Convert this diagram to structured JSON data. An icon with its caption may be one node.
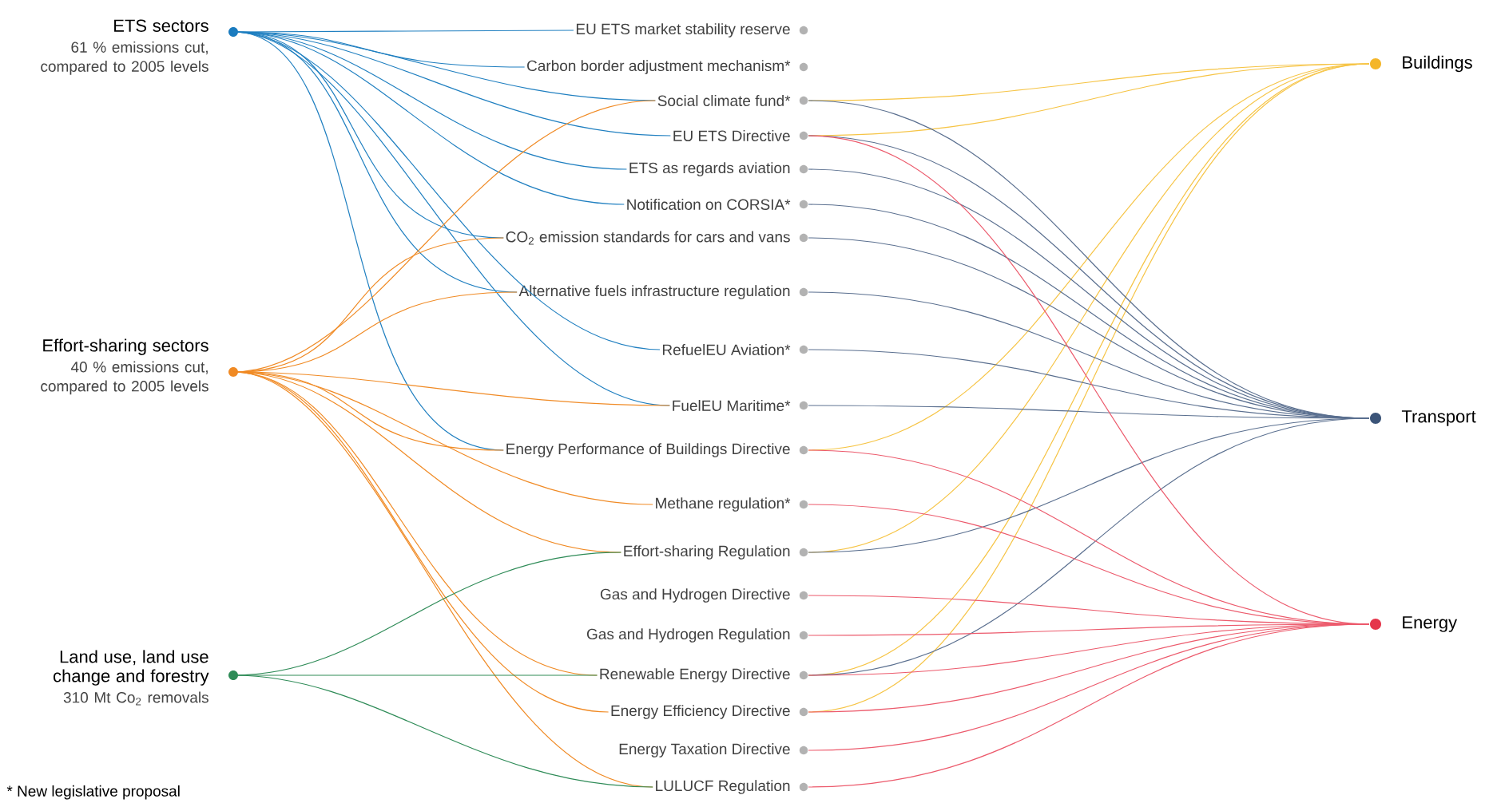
{
  "diagram": {
    "nodes": [
      {
        "text": [
          "ETS sectors",
          "61 % emissions cut, compared to 2005 levels"
        ]
      },
      {
        "text": [
          "Effort-sharing sectors",
          "40 % emissions cut, compared to 2005 levels"
        ]
      },
      {
        "text": [
          "Land use, land use change and forestry",
          "310 Mt Co$_{2}$ removals"
        ]
      },
      {
        "text": [
          "EU ETS market stability reserve"
        ]
      },
      {
        "text": [
          "Carbon border adjustment mechanism*"
        ]
      },
      {
        "text": [
          "Social climate fund*"
        ]
      },
      {
        "text": [
          "EU ETS Directive"
        ]
      },
      {
        "text": [
          "ETS as regards aviation"
        ]
      },
      {
        "text": [
          "Notification on CORSIA*"
        ]
      },
      {
        "text": [
          "CO$_{2}$ emission standards for cars and vans"
        ]
      },
      {
        "text": [
          "Alternative fuels infrastructure regulation"
        ]
      },
      {
        "text": [
          "RefuelEU Aviation*"
        ]
      },
      {
        "text": [
          "FuelEU Maritime*"
        ]
      },
      {
        "text": [
          "Energy Performance of Buildings Directive"
        ]
      },
      {
        "text": [
          "Methane regulation*"
        ]
      },
      {
        "text": [
          "Effort-sharing Regulation"
        ]
      },
      {
        "text": [
          "Gas and Hydrogen Directive"
        ]
      },
      {
        "text": [
          "Gas and Hydrogen Regulation"
        ]
      },
      {
        "text": [
          "Renewable Energy Directive"
        ]
      },
      {
        "text": [
          "Energy Efficiency Directive"
        ]
      },
      {
        "text": [
          "Energy Taxation Directive"
        ]
      },
      {
        "text": [
          "LULUCF Regulation"
        ]
      },
      {
        "text": [
          "Buildings"
        ]
      },
      {
        "text": [
          "Transport"
        ]
      },
      {
        "text": [
          "Energy"
        ]
      }
    ],
    "edges": [
      {
        "from": 0,
        "to": 3,
        "arrow": "none",
        "color": "#1f7fc0"
      },
      {
        "from": 0,
        "to": 4,
        "arrow": "none",
        "color": "#1f7fc0"
      },
      {
        "from": 0,
        "to": 5,
        "arrow": "none",
        "color": "#1f7fc0"
      },
      {
        "from": 0,
        "to": 6,
        "arrow": "none",
        "color": "#1f7fc0"
      },
      {
        "from": 0,
        "to": 7,
        "arrow": "none",
        "color": "#1f7fc0"
      },
      {
        "from": 0,
        "to": 8,
        "arrow": "none",
        "color": "#1f7fc0"
      },
      {
        "from": 0,
        "to": 9,
        "arrow": "none",
        "color": "#1f7fc0"
      },
      {
        "from": 0,
        "to": 10,
        "arrow": "none",
        "color": "#1f7fc0"
      },
      {
        "from": 0,
        "to": 11,
        "arrow": "none",
        "color": "#1f7fc0"
      },
      {
        "from": 0,
        "to": 12,
        "arrow": "none",
        "color": "#1f7fc0"
      },
      {
        "from": 0,
        "to": 13,
        "arrow": "none",
        "color": "#1f7fc0"
      },
      {
        "from": 1,
        "to": 5,
        "arrow": "none",
        "color": "#f08a24"
      },
      {
        "from": 1,
        "to": 9,
        "arrow": "none",
        "color": "#f08a24"
      },
      {
        "from": 1,
        "to": 10,
        "arrow": "none",
        "color": "#f08a24"
      },
      {
        "from": 1,
        "to": 12,
        "arrow": "none",
        "color": "#f08a24"
      },
      {
        "from": 1,
        "to": 13,
        "arrow": "none",
        "color": "#f08a24"
      },
      {
        "from": 1,
        "to": 14,
        "arrow": "none",
        "color": "#f08a24"
      },
      {
        "from": 1,
        "to": 15,
        "arrow": "none",
        "color": "#f08a24"
      },
      {
        "from": 1,
        "to": 18,
        "arrow": "none",
        "color": "#f08a24"
      },
      {
        "from": 1,
        "to": 19,
        "arrow": "none",
        "color": "#f08a24"
      },
      {
        "from": 1,
        "to": 21,
        "arrow": "none",
        "color": "#f08a24"
      },
      {
        "from": 2,
        "to": 15,
        "arrow": "none",
        "color": "#2e8b57"
      },
      {
        "from": 2,
        "to": 18,
        "arrow": "none",
        "color": "#2e8b57"
      },
      {
        "from": 2,
        "to": 21,
        "arrow": "none",
        "color": "#2e8b57"
      },
      {
        "from": 5,
        "to": 22,
        "arrow": "none",
        "color": "#f6c445"
      },
      {
        "from": 6,
        "to": 22,
        "arrow": "none",
        "color": "#f6c445"
      },
      {
        "from": 13,
        "to": 22,
        "arrow": "none",
        "color": "#f6c445"
      },
      {
        "from": 15,
        "to": 22,
        "arrow": "none",
        "color": "#f6c445"
      },
      {
        "from": 18,
        "to": 22,
        "arrow": "none",
        "color": "#f6c445"
      },
      {
        "from": 19,
        "to": 22,
        "arrow": "none",
        "color": "#f6c445"
      },
      {
        "from": 5,
        "to": 23,
        "arrow": "none",
        "color": "#5a6f8f"
      },
      {
        "from": 6,
        "to": 23,
        "arrow": "none",
        "color": "#5a6f8f"
      },
      {
        "from": 7,
        "to": 23,
        "arrow": "none",
        "color": "#5a6f8f"
      },
      {
        "from": 8,
        "to": 23,
        "arrow": "none",
        "color": "#5a6f8f"
      },
      {
        "from": 9,
        "to": 23,
        "arrow": "none",
        "color": "#5a6f8f"
      },
      {
        "from": 10,
        "to": 23,
        "arrow": "none",
        "color": "#5a6f8f"
      },
      {
        "from": 11,
        "to": 23,
        "arrow": "none",
        "color": "#5a6f8f"
      },
      {
        "from": 12,
        "to": 23,
        "arrow": "none",
        "color": "#5a6f8f"
      },
      {
        "from": 15,
        "to": 23,
        "arrow": "none",
        "color": "#5a6f8f"
      },
      {
        "from": 18,
        "to": 23,
        "arrow": "none",
        "color": "#5a6f8f"
      },
      {
        "from": 6,
        "to": 24,
        "arrow": "none",
        "color": "#ec5a6c"
      },
      {
        "from": 13,
        "to": 24,
        "arrow": "none",
        "color": "#ec5a6c"
      },
      {
        "from": 14,
        "to": 24,
        "arrow": "none",
        "color": "#ec5a6c"
      },
      {
        "from": 16,
        "to": 24,
        "arrow": "none",
        "color": "#ec5a6c"
      },
      {
        "from": 17,
        "to": 24,
        "arrow": "none",
        "color": "#ec5a6c"
      },
      {
        "from": 18,
        "to": 24,
        "arrow": "none",
        "color": "#ec5a6c"
      },
      {
        "from": 19,
        "to": 24,
        "arrow": "none",
        "color": "#ec5a6c"
      },
      {
        "from": 20,
        "to": 24,
        "arrow": "none",
        "color": "#ec5a6c"
      },
      {
        "from": 21,
        "to": 24,
        "arrow": "none",
        "color": "#ec5a6c"
      }
    ],
    "labels": [
      "* New legislative proposal"
    ]
  }
}
